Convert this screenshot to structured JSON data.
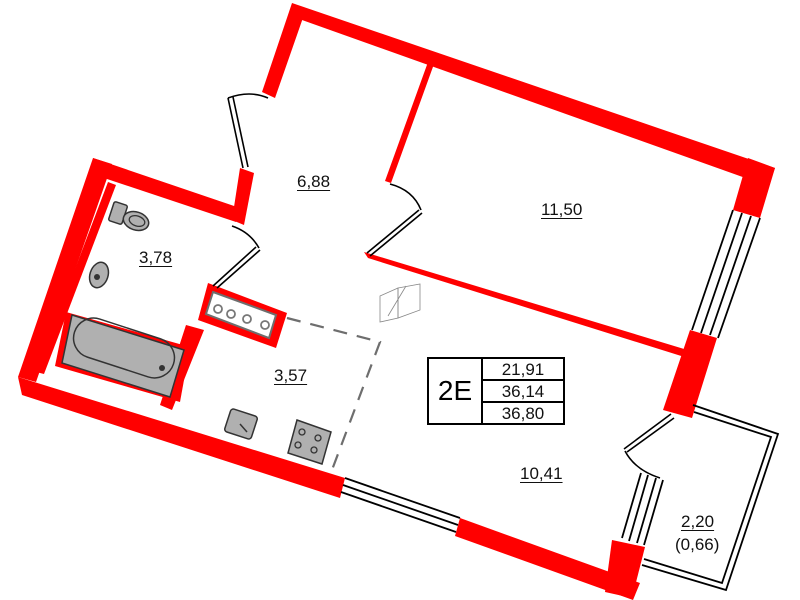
{
  "plan": {
    "apartment_type": "2E",
    "areas": {
      "living": "21,91",
      "total": "36,14",
      "total_with_balcony": "36,80"
    },
    "rooms": [
      {
        "id": "hall",
        "area": "6,88"
      },
      {
        "id": "bedroom",
        "area": "11,50"
      },
      {
        "id": "bathroom",
        "area": "3,78"
      },
      {
        "id": "kitchen",
        "area": "3,57"
      },
      {
        "id": "living-room",
        "area": "10,41"
      },
      {
        "id": "balcony",
        "area": "2,20",
        "reduced_area": "(0,66)"
      }
    ],
    "colors": {
      "wall": "#ff0000",
      "fixture": "#b0b0b0",
      "outline": "#000000"
    }
  }
}
